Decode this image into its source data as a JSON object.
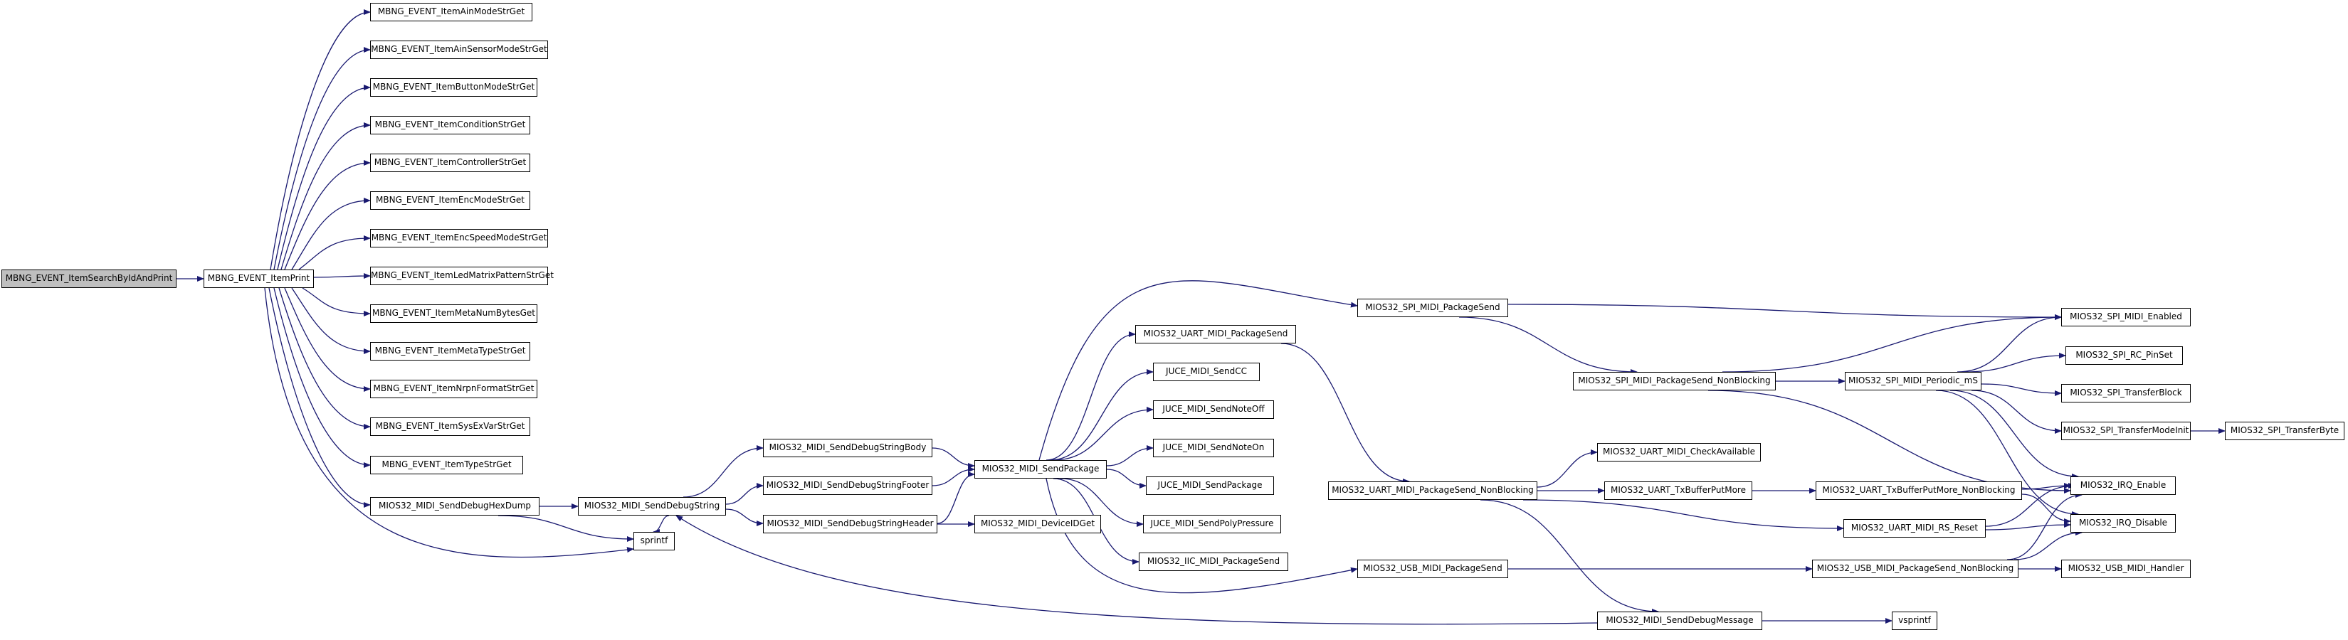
{
  "colors": {
    "edge": "#191970",
    "root_fill": "#bfbfbf",
    "node_fill": "#ffffff",
    "node_border": "#000000"
  },
  "nodes": {
    "root": "MBNG_EVENT_ItemSearchByIdAndPrint",
    "itemprint": "MBNG_EVENT_ItemPrint",
    "ainmode": "MBNG_EVENT_ItemAinModeStrGet",
    "ainsensor": "MBNG_EVENT_ItemAinSensorModeStrGet",
    "buttonmode": "MBNG_EVENT_ItemButtonModeStrGet",
    "condition": "MBNG_EVENT_ItemConditionStrGet",
    "controller": "MBNG_EVENT_ItemControllerStrGet",
    "encmode": "MBNG_EVENT_ItemEncModeStrGet",
    "encspeed": "MBNG_EVENT_ItemEncSpeedModeStrGet",
    "ledmatrix": "MBNG_EVENT_ItemLedMatrixPatternStrGet",
    "metanum": "MBNG_EVENT_ItemMetaNumBytesGet",
    "metatype": "MBNG_EVENT_ItemMetaTypeStrGet",
    "nrpn": "MBNG_EVENT_ItemNrpnFormatStrGet",
    "sysex": "MBNG_EVENT_ItemSysExVarStrGet",
    "typestr": "MBNG_EVENT_ItemTypeStrGet",
    "hexdump": "MIOS32_MIDI_SendDebugHexDump",
    "debugstring": "MIOS32_MIDI_SendDebugString",
    "sprintf": "sprintf",
    "stringbody": "MIOS32_MIDI_SendDebugStringBody",
    "stringfooter": "MIOS32_MIDI_SendDebugStringFooter",
    "stringheader": "MIOS32_MIDI_SendDebugStringHeader",
    "deviceid": "MIOS32_MIDI_DeviceIDGet",
    "sendpackage": "MIOS32_MIDI_SendPackage",
    "uartsend": "MIOS32_UART_MIDI_PackageSend",
    "jcc": "JUCE_MIDI_SendCC",
    "jnoteoff": "JUCE_MIDI_SendNoteOff",
    "jnoteon": "JUCE_MIDI_SendNoteOn",
    "jpackage": "JUCE_MIDI_SendPackage",
    "jpoly": "JUCE_MIDI_SendPolyPressure",
    "iicsend": "MIOS32_IIC_MIDI_PackageSend",
    "spisend": "MIOS32_SPI_MIDI_PackageSend",
    "uartnb": "MIOS32_UART_MIDI_PackageSend_NonBlocking",
    "usbsend": "MIOS32_USB_MIDI_PackageSend",
    "debugmsg": "MIOS32_MIDI_SendDebugMessage",
    "spinb": "MIOS32_SPI_MIDI_PackageSend_NonBlocking",
    "checkavail": "MIOS32_UART_MIDI_CheckAvailable",
    "txputmore": "MIOS32_UART_TxBufferPutMore",
    "usbnb": "MIOS32_USB_MIDI_PackageSend_NonBlocking",
    "vsprintf": "vsprintf",
    "periodic": "MIOS32_SPI_MIDI_Periodic_mS",
    "txputmorenb": "MIOS32_UART_TxBufferPutMore_NonBlocking",
    "rsreset": "MIOS32_UART_MIDI_RS_Reset",
    "spienabled": "MIOS32_SPI_MIDI_Enabled",
    "rcpinset": "MIOS32_SPI_RC_PinSet",
    "transferblock": "MIOS32_SPI_TransferBlock",
    "transfermodeinit": "MIOS32_SPI_TransferModeInit",
    "transferbyte": "MIOS32_SPI_TransferByte",
    "irqenable": "MIOS32_IRQ_Enable",
    "irqdisable": "MIOS32_IRQ_Disable",
    "usbhandler": "MIOS32_USB_MIDI_Handler"
  }
}
